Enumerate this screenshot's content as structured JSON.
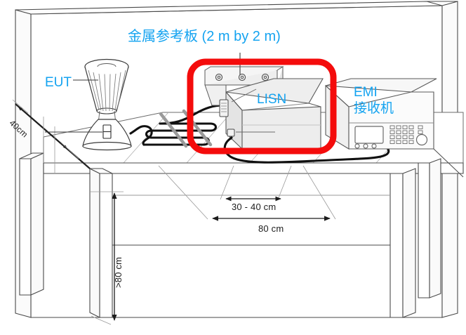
{
  "diagram": {
    "kind": "conducted-emission-test-setup",
    "labels": {
      "title": "金属参考板 (2 m by 2 m)",
      "eut": "EUT",
      "lisn": "LISN",
      "emi_receiver_line1": "EMI",
      "emi_receiver_line2": "接收机"
    },
    "dimensions": {
      "depth_40cm": "40cm",
      "lisn_spacing": "30 - 40 cm",
      "eut_to_lisn": "80 cm",
      "table_height": ">80 cm"
    },
    "colors": {
      "label_blue": "#14A3F0",
      "highlight_red": "#F40C0C",
      "line_dark": "#2a2a2a",
      "line_light": "#9a9a9a",
      "panel_fill": "#ededed",
      "paper": "#ffffff"
    },
    "highlight": {
      "name": "lisn-highlight",
      "shape": "rounded-rectangle",
      "stroke_width": 9
    }
  }
}
